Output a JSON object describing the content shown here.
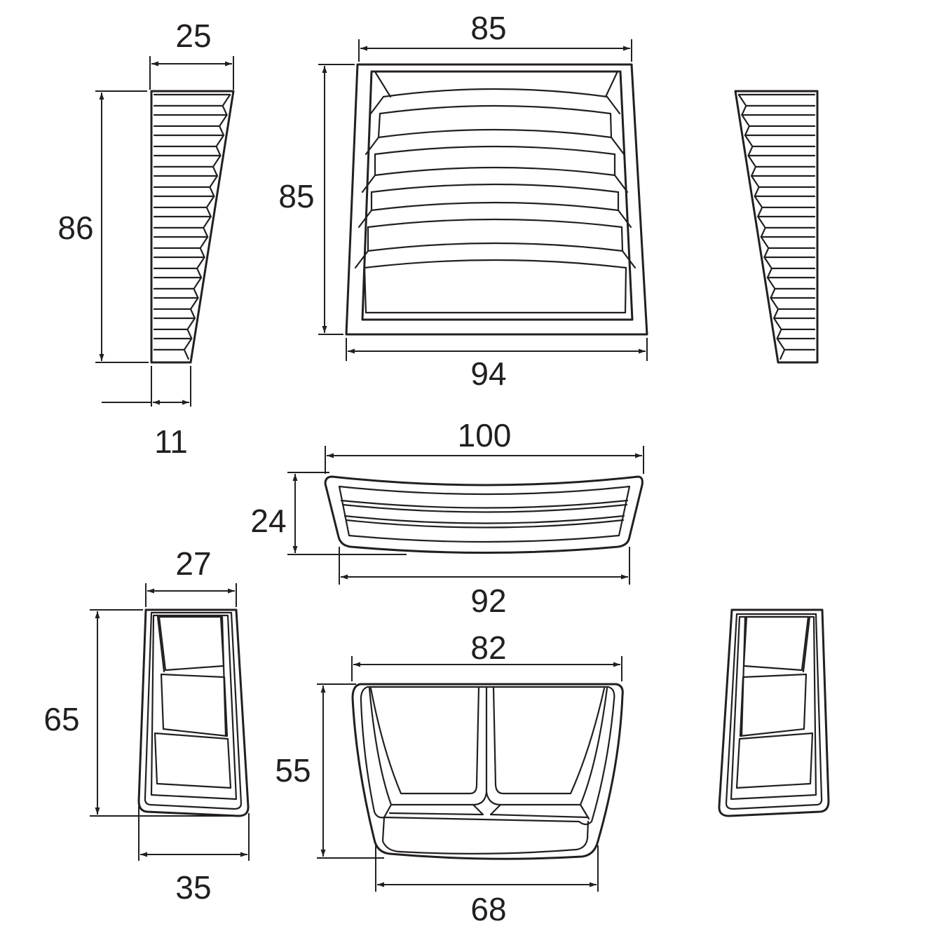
{
  "colors": {
    "line": "#231f20",
    "background": "#ffffff"
  },
  "views": {
    "hood_vent_side": {
      "height": "86",
      "top_width": "25",
      "bottom_width": "11"
    },
    "hood_vent_front": {
      "top_width": "85",
      "height": "85",
      "bottom_width": "94"
    },
    "slot_vent": {
      "top_width": "100",
      "height": "24",
      "bottom_width": "92"
    },
    "scoop_side": {
      "top_width": "27",
      "height": "65",
      "bottom_width": "35"
    },
    "scoop_front": {
      "top_width": "82",
      "height": "55",
      "bottom_width": "68"
    }
  }
}
